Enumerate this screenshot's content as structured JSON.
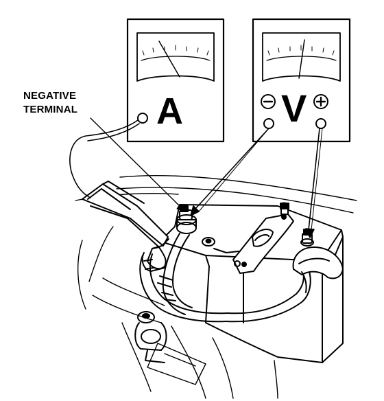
{
  "labels": {
    "line1": "NEGATIVE",
    "line2": "TERMINAL"
  },
  "meters": {
    "ammeter": {
      "letter": "A"
    },
    "voltmeter": {
      "letter": "V",
      "neg_symbol": "⊖",
      "pos_symbol": "⊕"
    }
  },
  "colors": {
    "ink": "#000000",
    "paper": "#ffffff"
  }
}
